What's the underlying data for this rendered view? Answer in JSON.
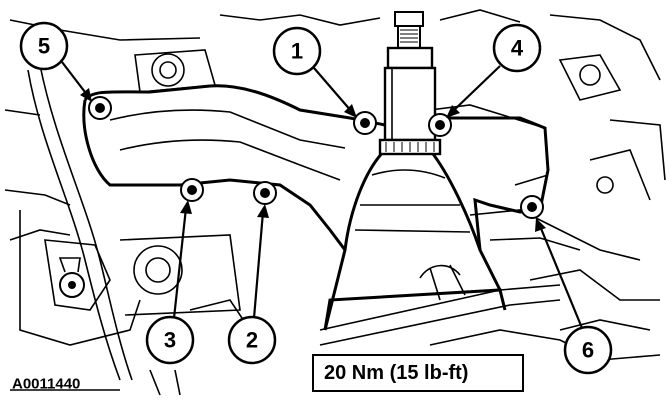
{
  "figure_id": "A0011440",
  "torque_spec": "20 Nm (15 lb-ft)",
  "callouts": [
    {
      "label": "1"
    },
    {
      "label": "2"
    },
    {
      "label": "3"
    },
    {
      "label": "4"
    },
    {
      "label": "5"
    },
    {
      "label": "6"
    }
  ]
}
